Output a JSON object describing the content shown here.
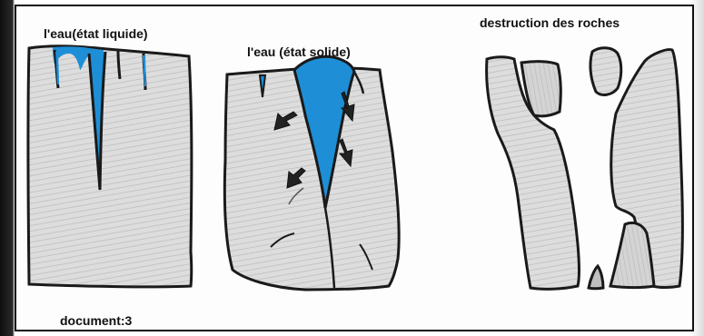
{
  "labels": {
    "liquid_water": "l'eau(état liquide)",
    "solid_water": "l'eau (état solide)",
    "rock_destruction": "destruction des roches",
    "document": "document:3"
  },
  "colors": {
    "water": "#1e8fd6",
    "rock_fill": "#d9d9d9",
    "outline": "#1a1a1a"
  }
}
